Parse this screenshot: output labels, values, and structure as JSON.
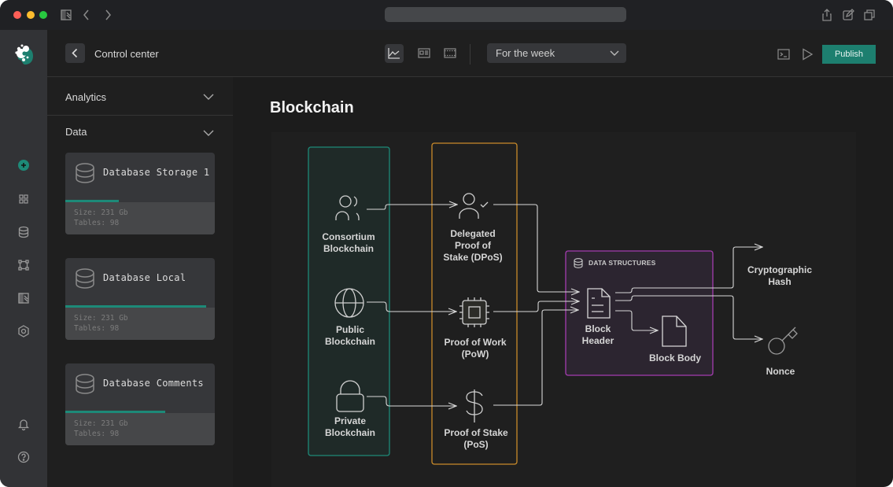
{
  "window": {
    "traffic_lights": {
      "close": "#fe5f57",
      "minimize": "#febc2e",
      "maximize": "#28c840"
    },
    "titlebar_icons": [
      "sidebar-toggle-icon",
      "back-arrow-icon",
      "forward-arrow-icon",
      "share-icon",
      "edit-icon",
      "copy-windows-icon"
    ]
  },
  "rail": {
    "logo": "app-logo",
    "items": [
      {
        "icon": "add-icon",
        "label": "Add",
        "accent": "#1d8a78"
      },
      {
        "icon": "grid-icon",
        "label": "Dashboard"
      },
      {
        "icon": "database-icon",
        "label": "Databases"
      },
      {
        "icon": "nodes-icon",
        "label": "Connections"
      },
      {
        "icon": "panel-icon",
        "label": "Layout"
      },
      {
        "icon": "settings-icon",
        "label": "Settings"
      }
    ],
    "bottom_items": [
      {
        "icon": "bell-icon",
        "label": "Notifications"
      },
      {
        "icon": "help-icon",
        "label": "Help"
      }
    ]
  },
  "topbar": {
    "breadcrumb": "Control center",
    "view_buttons": [
      {
        "icon": "line-chart-icon",
        "active": true
      },
      {
        "icon": "card-view-icon",
        "active": false
      },
      {
        "icon": "frame-view-icon",
        "active": false
      }
    ],
    "period_select": {
      "value": "For the week"
    },
    "publish_label": "Publish",
    "accent": "#1d7f6f"
  },
  "panel": {
    "sections": [
      {
        "label": "Analytics",
        "expanded": false
      },
      {
        "label": "Data",
        "expanded": true
      }
    ],
    "databases": [
      {
        "name": "Database Storage 1",
        "size": "Size: 231 Gb",
        "tables": "Tables: 98",
        "progress": 0.36
      },
      {
        "name": "Database Local",
        "size": "Size: 231 Gb",
        "tables": "Tables: 98",
        "progress": 0.94
      },
      {
        "name": "Database Comments",
        "size": "Size: 231 Gb",
        "tables": "Tables: 98",
        "progress": 0.67
      }
    ]
  },
  "main": {
    "title": "Blockchain",
    "diagram": {
      "groups": {
        "types": {
          "color": "#1d8a78"
        },
        "consensus": {
          "color": "#c98b2a"
        },
        "data_structures": {
          "title": "DATA STRUCTURES",
          "color": "#a43cb0"
        }
      },
      "nodes": {
        "consortium": {
          "line1": "Consortium",
          "line2": "Blockchain",
          "icon": "users-icon"
        },
        "public": {
          "line1": "Public",
          "line2": "Blockchain",
          "icon": "globe-icon"
        },
        "private": {
          "line1": "Private",
          "line2": "Blockchain",
          "icon": "lock-icon"
        },
        "dpos": {
          "line1": "Delegated",
          "line2": "Proof of",
          "line3": "Stake (DPoS)",
          "icon": "user-check-icon"
        },
        "pow": {
          "line1": "Proof of Work",
          "line2": "(PoW)",
          "icon": "cpu-icon"
        },
        "pos": {
          "line1": "Proof of Stake",
          "line2": "(PoS)",
          "icon": "dollar-icon"
        },
        "header": {
          "line1": "Block",
          "line2": "Header",
          "icon": "document-icon"
        },
        "body": {
          "line1": "Block Body",
          "icon": "file-icon"
        },
        "hash": {
          "line1": "Cryptographic",
          "line2": "Hash"
        },
        "nonce": {
          "line1": "Nonce",
          "icon": "key-icon"
        }
      }
    }
  }
}
